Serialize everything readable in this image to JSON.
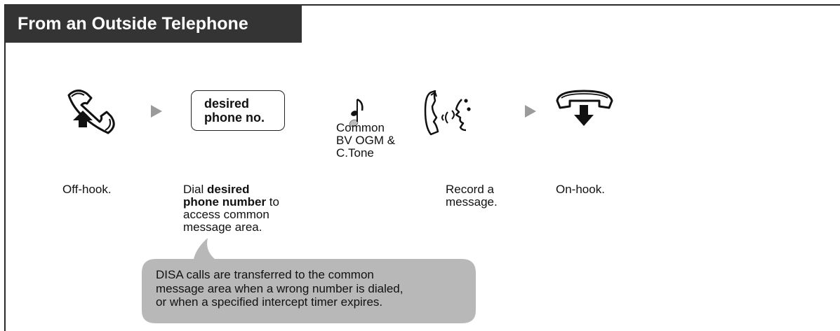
{
  "header": {
    "title": "From an Outside Telephone"
  },
  "steps": {
    "offhook": {
      "icon": "handset-lift-icon",
      "label": "Off-hook."
    },
    "dial": {
      "key_line1": "desired",
      "key_line2": "phone no.",
      "desc_line1_normal": "Dial ",
      "desc_line1_bold": "desired",
      "desc_line2_bold": "phone number",
      "desc_line2_normal": " to",
      "desc_line3": "access common",
      "desc_line4": "message area."
    },
    "tone": {
      "icon": "music-note-icon",
      "line1": "Common",
      "line2": "BV OGM &",
      "line3": "C.Tone"
    },
    "record": {
      "icon": "speak-into-handset-icon",
      "line1": "Record a",
      "line2": "message."
    },
    "onhook": {
      "icon": "handset-hang-up-icon",
      "label": "On-hook."
    }
  },
  "callout": {
    "line1": "DISA calls are transferred to the common",
    "line2": "message area when a wrong number is dialed,",
    "line3": "or when a specified intercept timer expires."
  },
  "colors": {
    "title_bg": "#343434",
    "title_fg": "#ffffff",
    "arrow": "#9b9b9b",
    "callout_bg": "#b8b8b8"
  }
}
